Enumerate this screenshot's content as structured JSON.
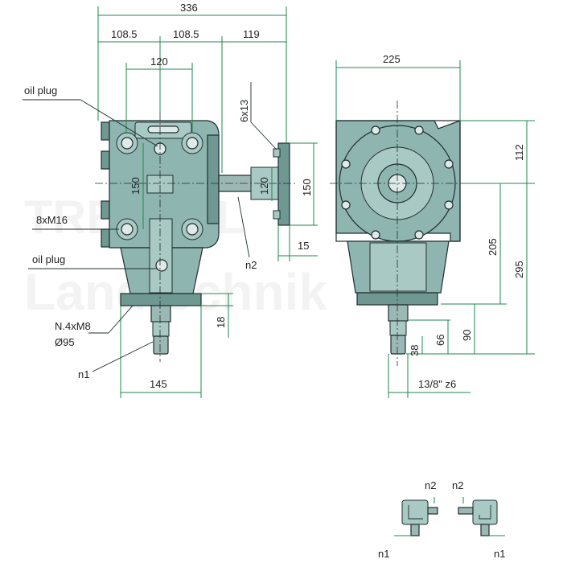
{
  "watermark": {
    "line1": "TRENDEL",
    "line2": "Landtechnik"
  },
  "labels": {
    "oil_plug_top": "oil plug",
    "oil_plug_bottom": "oil plug",
    "bolts": "8xM16",
    "flange_holes": "N.4xM8",
    "flange_dia": "Ø95",
    "n1_main": "n1",
    "n2_main": "n2",
    "spline": "13/8\" z6",
    "flange_slots": "6x13"
  },
  "dimensions": {
    "overall_width": "336",
    "half_left": "108.5",
    "half_right": "108.5",
    "shaft_len": "119",
    "bolt_spacing_h": "120",
    "bolt_spacing_v": "150",
    "flange_inner": "120",
    "flange_outer": "150",
    "flange_thk": "15",
    "base_h": "18",
    "base_w": "145",
    "side_w": "225",
    "top_h": "112",
    "mid_h": "205",
    "full_h": "295",
    "shaft_h": "90",
    "spline_h": "66",
    "spline_short": "38"
  },
  "legend": {
    "n2_a": "n2",
    "n2_b": "n2",
    "n1_a": "n1",
    "n1_b": "n1"
  }
}
